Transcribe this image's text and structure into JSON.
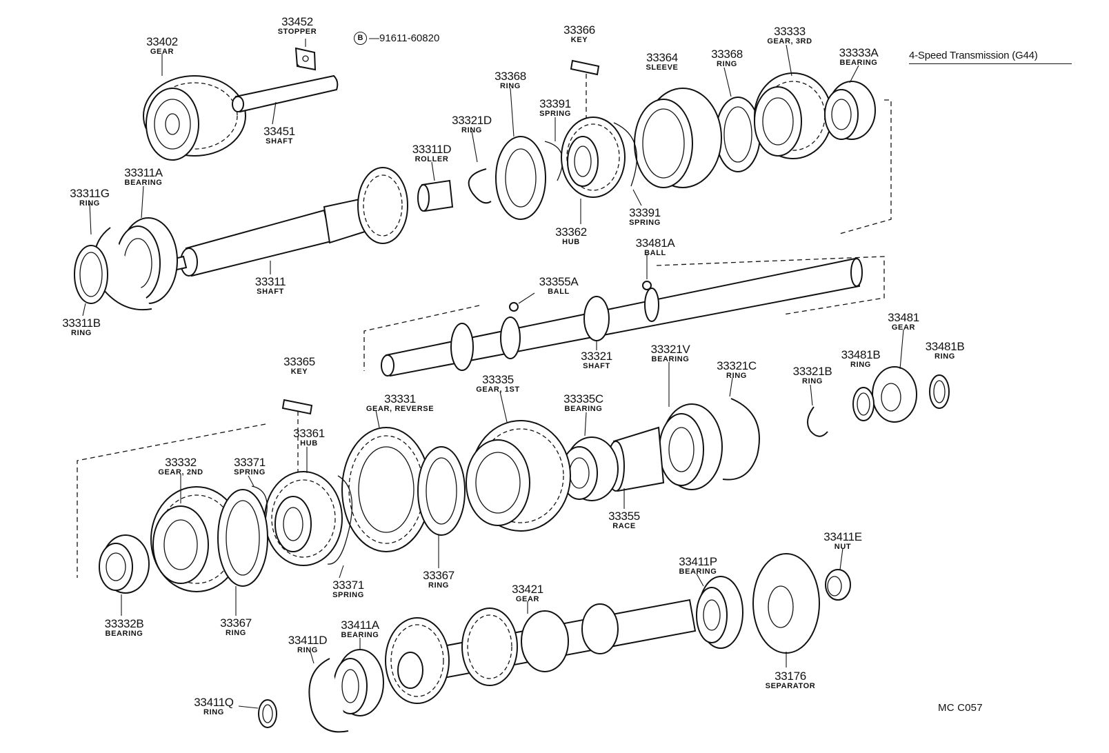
{
  "title": "4-Speed Transmission (G44)",
  "note": {
    "symbol": "B",
    "text": "—91611-60820"
  },
  "figure_code": "MC C057",
  "parts": [
    {
      "id": "p33452",
      "number": "33452",
      "name": "STOPPER"
    },
    {
      "id": "p33402",
      "number": "33402",
      "name": "GEAR"
    },
    {
      "id": "p33451",
      "number": "33451",
      "name": "SHAFT"
    },
    {
      "id": "p33366",
      "number": "33366",
      "name": "KEY"
    },
    {
      "id": "p33364",
      "number": "33364",
      "name": "SLEEVE"
    },
    {
      "id": "p33368a",
      "number": "33368",
      "name": "RING"
    },
    {
      "id": "p33333",
      "number": "33333",
      "name": "GEAR, 3RD"
    },
    {
      "id": "p33333A",
      "number": "33333A",
      "name": "BEARING"
    },
    {
      "id": "p33368b",
      "number": "33368",
      "name": "RING"
    },
    {
      "id": "p33391a",
      "number": "33391",
      "name": "SPRING"
    },
    {
      "id": "p33321D",
      "number": "33321D",
      "name": "RING"
    },
    {
      "id": "p33311D",
      "number": "33311D",
      "name": "ROLLER"
    },
    {
      "id": "p33311A",
      "number": "33311A",
      "name": "BEARING"
    },
    {
      "id": "p33311G",
      "number": "33311G",
      "name": "RING"
    },
    {
      "id": "p33391b",
      "number": "33391",
      "name": "SPRING"
    },
    {
      "id": "p33362",
      "number": "33362",
      "name": "HUB"
    },
    {
      "id": "p33481A",
      "number": "33481A",
      "name": "BALL"
    },
    {
      "id": "p33311",
      "number": "33311",
      "name": "SHAFT"
    },
    {
      "id": "p33355A",
      "number": "33355A",
      "name": "BALL"
    },
    {
      "id": "p33311B",
      "number": "33311B",
      "name": "RING"
    },
    {
      "id": "p33481",
      "number": "33481",
      "name": "GEAR"
    },
    {
      "id": "p33321V",
      "number": "33321V",
      "name": "BEARING"
    },
    {
      "id": "p33481B",
      "number": "33481B",
      "name": "RING"
    },
    {
      "id": "p33481Bb",
      "number": "33481B",
      "name": "RING"
    },
    {
      "id": "p33321",
      "number": "33321",
      "name": "SHAFT"
    },
    {
      "id": "p33321C",
      "number": "33321C",
      "name": "RING"
    },
    {
      "id": "p33321B",
      "number": "33321B",
      "name": "RING"
    },
    {
      "id": "p33365",
      "number": "33365",
      "name": "KEY"
    },
    {
      "id": "p33335",
      "number": "33335",
      "name": "GEAR, 1ST"
    },
    {
      "id": "p33331",
      "number": "33331",
      "name": "GEAR, REVERSE"
    },
    {
      "id": "p33335C",
      "number": "33335C",
      "name": "BEARING"
    },
    {
      "id": "p33361",
      "number": "33361",
      "name": "HUB"
    },
    {
      "id": "p33332",
      "number": "33332",
      "name": "GEAR, 2ND"
    },
    {
      "id": "p33371a",
      "number": "33371",
      "name": "SPRING"
    },
    {
      "id": "p33355",
      "number": "33355",
      "name": "RACE"
    },
    {
      "id": "p33411E",
      "number": "33411E",
      "name": "NUT"
    },
    {
      "id": "p33367a",
      "number": "33367",
      "name": "RING"
    },
    {
      "id": "p33371b",
      "number": "33371",
      "name": "SPRING"
    },
    {
      "id": "p33411P",
      "number": "33411P",
      "name": "BEARING"
    },
    {
      "id": "p33421",
      "number": "33421",
      "name": "GEAR"
    },
    {
      "id": "p33332B",
      "number": "33332B",
      "name": "BEARING"
    },
    {
      "id": "p33367b",
      "number": "33367",
      "name": "RING"
    },
    {
      "id": "p33411A",
      "number": "33411A",
      "name": "BEARING"
    },
    {
      "id": "p33411D",
      "number": "33411D",
      "name": "RING"
    },
    {
      "id": "p33176",
      "number": "33176",
      "name": "SEPARATOR"
    },
    {
      "id": "p33411Q",
      "number": "33411Q",
      "name": "RING"
    }
  ]
}
